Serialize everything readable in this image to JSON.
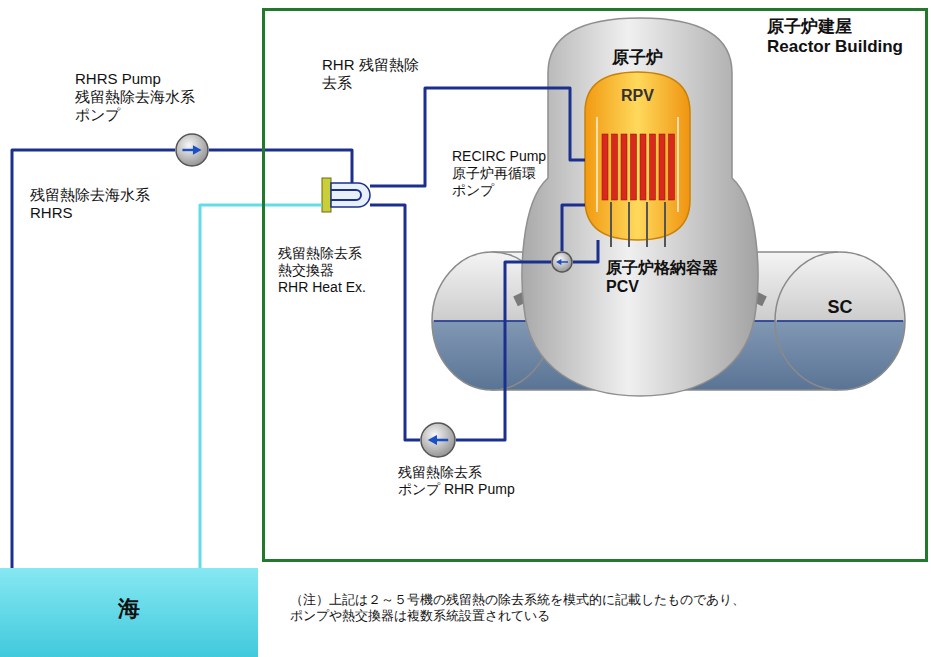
{
  "diagram": {
    "nodes": [
      {
        "text": [
          "原子炉建屋 Reactor Building"
        ]
      },
      {
        "text": [
          "RHRS Pump 残留熱除去海水系 ポンプ"
        ]
      },
      {
        "text": [
          "原子炉",
          "原子炉格納容器 PCV"
        ],
        "in": 0
      },
      {
        "text": [
          "RPV"
        ],
        "in": 2
      },
      {
        "text": [
          "RECIRC Pump 原子炉再循環 ポンプ"
        ],
        "in": 2
      },
      {
        "text": [
          "SC"
        ],
        "in": 0
      },
      {
        "text": [
          "残留熱除去系 熱交換器 RHR Heat Ex."
        ],
        "in": 0
      },
      {
        "text": [
          "残留熱除去系 ポンプ RHR Pump"
        ],
        "in": 0
      },
      {
        "text": [
          "海"
        ]
      }
    ],
    "edges": [
      {
        "from": 8,
        "to": 1,
        "arrow": "none"
      },
      {
        "from": 1,
        "to": 6,
        "arrow": "none"
      },
      {
        "from": 6,
        "to": 8,
        "arrow": "none"
      },
      {
        "from": 6,
        "to": 3,
        "arrow": "none"
      },
      {
        "from": 3,
        "to": 4,
        "arrow": "none"
      },
      {
        "from": 4,
        "to": 7,
        "arrow": "none"
      },
      {
        "from": 7,
        "to": 6,
        "arrow": "none"
      },
      {
        "from": 4,
        "to": 3,
        "arrow": "none"
      }
    ],
    "labels": [
      "RHR 残留熱除去系",
      "残留熱除去海水系 RHRS",
      "（注）上記は２～５号機の残留熱の除去系統を模式的に記載したものであり、 ポンプや熱交換器は複数系統設置されている"
    ]
  }
}
